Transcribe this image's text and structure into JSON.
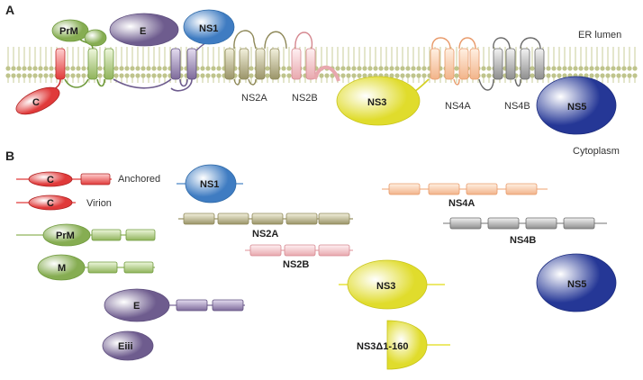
{
  "panels": {
    "a": "A",
    "b": "B"
  },
  "compartments": {
    "lumen": "ER lumen",
    "cytoplasm": "Cytoplasm"
  },
  "panel_a": {
    "c": "C",
    "prm": "PrM",
    "e": "E",
    "ns1": "NS1",
    "ns2a": "NS2A",
    "ns2b": "NS2B",
    "ns3": "NS3",
    "ns4a": "NS4A",
    "ns4b": "NS4B",
    "ns5": "NS5"
  },
  "panel_b": {
    "c_anchored_inner": "C",
    "c_anchored_label": "Anchored",
    "c_virion_inner": "C",
    "c_virion_label": "Virion",
    "prm": "PrM",
    "m": "M",
    "e": "E",
    "eiii": "Eiii",
    "ns1": "NS1",
    "ns2a": "NS2A",
    "ns2b": "NS2B",
    "ns3": "NS3",
    "ns3_trunc": "NS3Δ1-160",
    "ns4a": "NS4A",
    "ns4b": "NS4B",
    "ns5": "NS5"
  },
  "colors": {
    "c": "#e03a3a",
    "prm": "#8fb35a",
    "e": "#7d6a9a",
    "ns1": "#4a86c8",
    "ns2a": "#9a9468",
    "ns2b": "#e8a8ae",
    "ns3": "#e6e23c",
    "ns4a": "#f2b48a",
    "ns4b": "#8e8e8e",
    "ns5": "#2f3f9a",
    "membrane": "#b9c08a"
  }
}
